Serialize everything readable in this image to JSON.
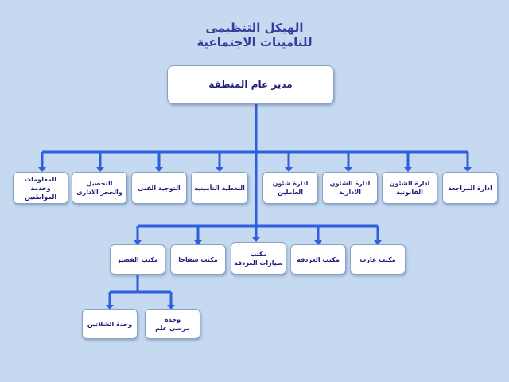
{
  "title": {
    "line1": "الهيكل التنظيمى",
    "line2": "للتامينات الاجتماعية"
  },
  "colors": {
    "background": "#c5d9f0",
    "connector": "#2f5fe0",
    "text": "#1f1f7a"
  },
  "nodes": {
    "root": "مدير عام المنطقة",
    "level1": [
      "ادارة المراجعة",
      "ادارة الشئون\nالقانونية",
      "ادارة الشئون\nالادارية",
      "ادارة شئون\nالعاملين",
      "التغطية التأمينية",
      "التوجية الفنى",
      "التحصيل\nوالحجز الادارى",
      "المعلومات\nوخدمة\nالمواطنين"
    ],
    "offices": [
      "مكتب غارب",
      "مكتب الغردقة",
      "مكتب\nسيارات الغردقة",
      "مكتب سفاجا",
      "مكتب القصير"
    ],
    "units": [
      "وحدة\nمرسى علم",
      "وحدة الشلاتين"
    ]
  }
}
